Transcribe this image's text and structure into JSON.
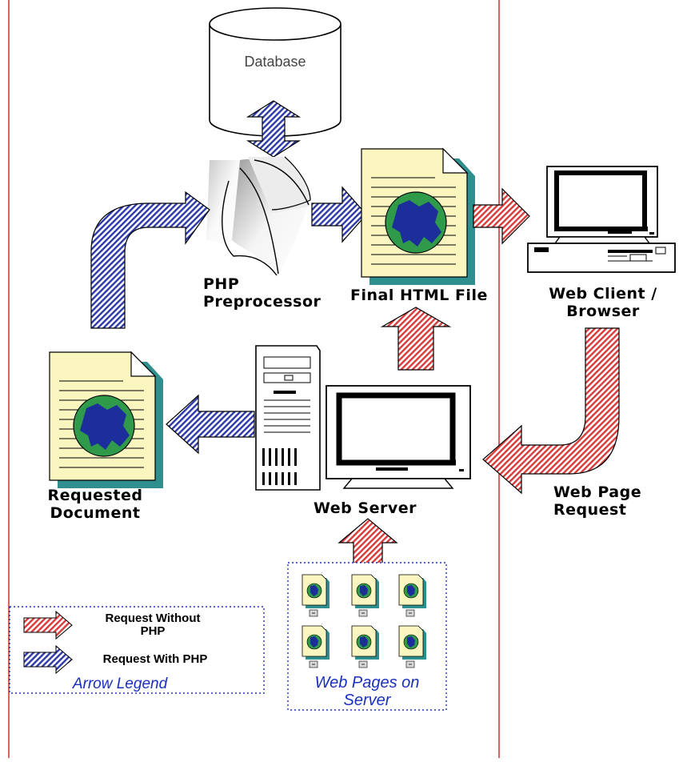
{
  "diagram": {
    "database": "Database",
    "php_preprocessor": [
      "PHP",
      "Preprocessor"
    ],
    "final_html_file": "Final HTML File",
    "web_client": [
      "Web Client /",
      "Browser"
    ],
    "requested_document": [
      "Requested",
      "Document"
    ],
    "web_server": "Web Server",
    "web_page_request": [
      "Web Page",
      "Request"
    ],
    "web_pages_on_server": [
      "Web Pages on",
      "Server"
    ]
  },
  "legend": {
    "without_php": [
      "Request Without",
      "PHP"
    ],
    "with_php": "Request With PHP",
    "title": "Arrow Legend"
  },
  "colors": {
    "red_arrow": "#d93a3a",
    "blue_arrow": "#2b3aa8",
    "document_fill": "#fbf6c0",
    "document_shadow": "#2f8f8f",
    "globe_sea": "#2f9a4a",
    "globe_land": "#1b2e9a",
    "margin_line": "#c8302f",
    "dotted_box": "#2030c0"
  }
}
